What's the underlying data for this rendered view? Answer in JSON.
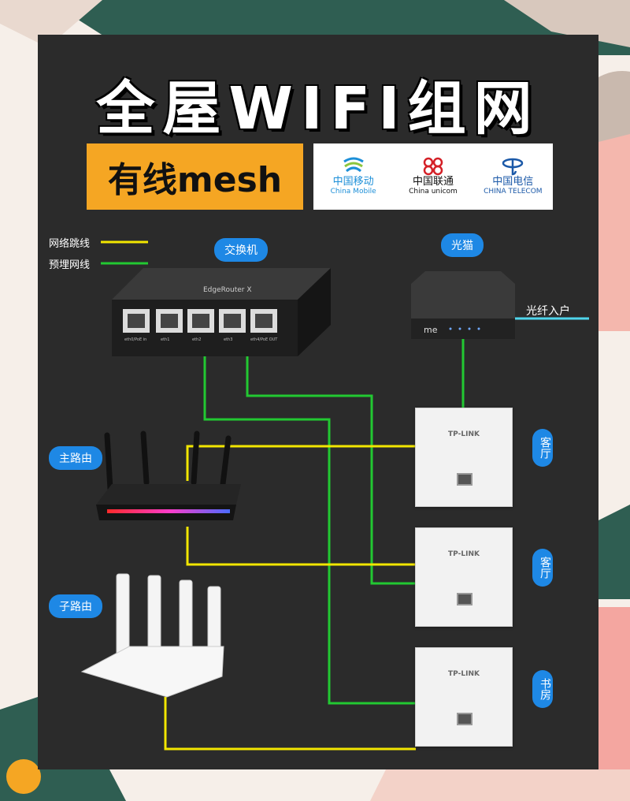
{
  "title": "全屋WIFI组网",
  "subtitle": "有线mesh",
  "isps": [
    {
      "name": "中国移动",
      "en": "China Mobile",
      "color": "#1c8fd8"
    },
    {
      "name": "中国联通",
      "en": "China unicom",
      "color": "#d42027"
    },
    {
      "name": "中国电信",
      "en": "CHINA TELECOM",
      "color": "#1b59a8"
    }
  ],
  "legend": [
    {
      "label": "网络跳线",
      "color": "#f2e600"
    },
    {
      "label": "预埋网线",
      "color": "#22c832"
    }
  ],
  "devices": {
    "switch": {
      "label": "交换机",
      "brand": "EdgeRouter X",
      "ports": [
        "eth0/PoE in",
        "eth1",
        "eth2",
        "eth3",
        "eth4/PoE OUT"
      ]
    },
    "modem": {
      "label": "光猫",
      "brand": "me"
    },
    "main_router": {
      "label": "主路由"
    },
    "sub_router": {
      "label": "子路由"
    }
  },
  "fiber_label": "光纤入户",
  "panels": [
    {
      "brand": "TP-LINK",
      "room": "客厅"
    },
    {
      "brand": "TP-LINK",
      "room": "客厅"
    },
    {
      "brand": "TP-LINK",
      "room": "书房"
    }
  ]
}
